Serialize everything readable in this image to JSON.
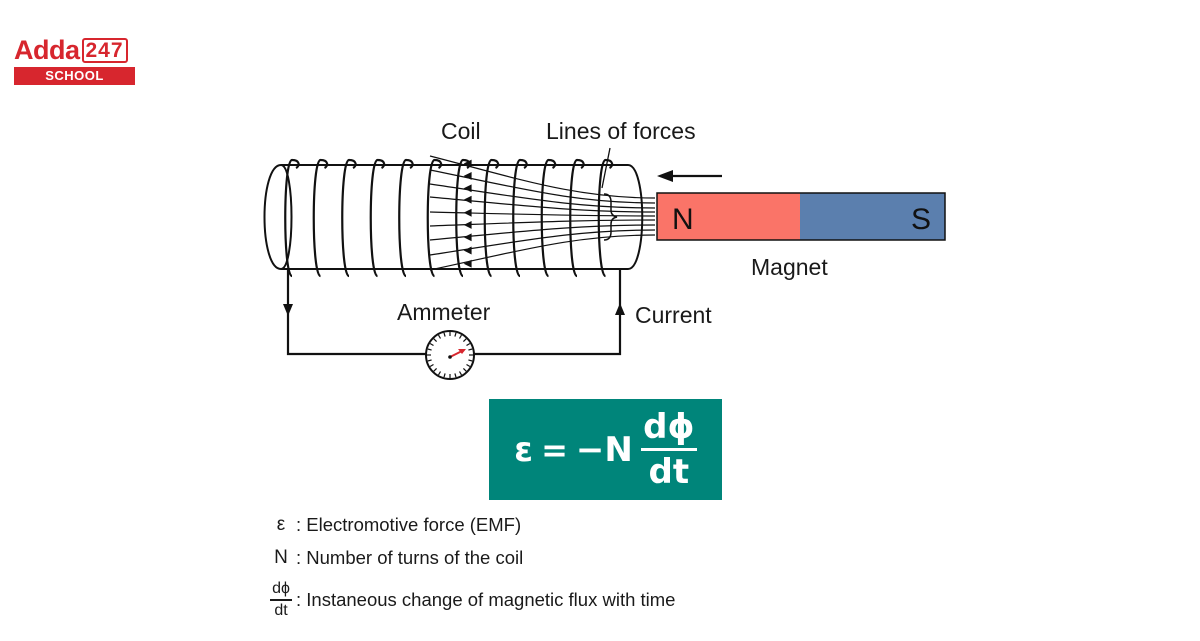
{
  "logo": {
    "brand": "Adda",
    "brand_number": "247",
    "sub": "SCHOOL",
    "color": "#d7262e"
  },
  "diagram": {
    "labels": {
      "coil": "Coil",
      "lines_of_forces": "Lines of forces",
      "magnet": "Magnet",
      "ammeter": "Ammeter",
      "current": "Current",
      "north": "N",
      "south": "S"
    },
    "colors": {
      "north_pole": "#fa7468",
      "south_pole": "#5b7fae",
      "formula_bg": "#00857a"
    },
    "icons": {
      "motion_arrow": "left-arrow-icon",
      "current_arrow": "up-arrow-icon",
      "meter": "ammeter-dial-icon"
    }
  },
  "formula": {
    "lhs": "ε",
    "equals": "=",
    "minus_n": "−N",
    "numerator": "dϕ",
    "denominator": "dt"
  },
  "legend": [
    {
      "symbol": "ε",
      "text": ": Electromotive force (EMF)"
    },
    {
      "symbol": "N",
      "text": ": Number of turns of the coil"
    },
    {
      "symbol_num": "dϕ",
      "symbol_den": "dt",
      "text": ": Instaneous change of magnetic flux with time"
    }
  ]
}
